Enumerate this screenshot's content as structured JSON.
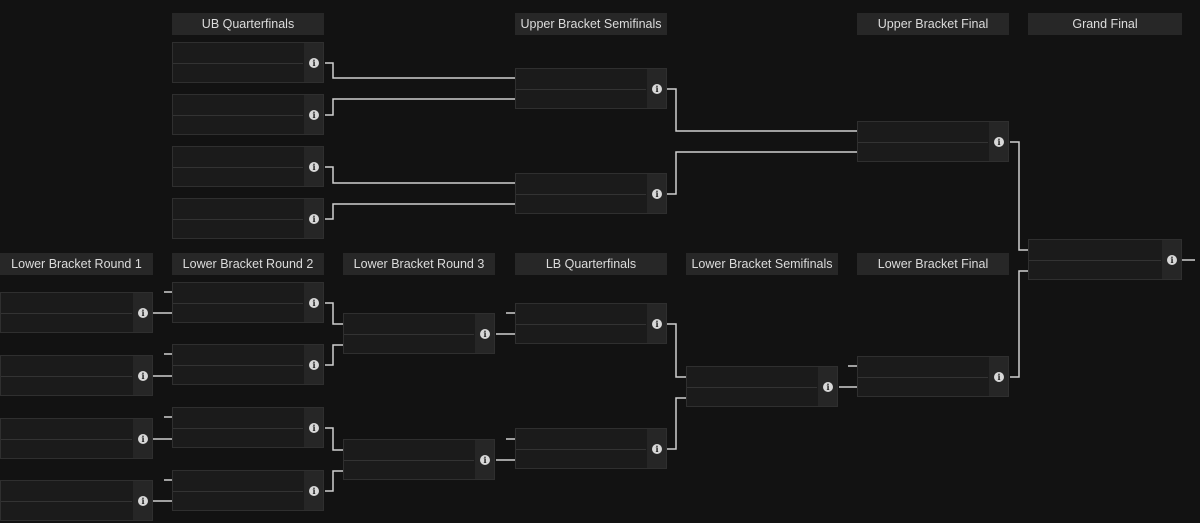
{
  "rounds": [
    {
      "key": "ubqf",
      "label": "UB Quarterfinals"
    },
    {
      "key": "ubsf",
      "label": "Upper Bracket Semifinals"
    },
    {
      "key": "ubf",
      "label": "Upper Bracket Final"
    },
    {
      "key": "gf",
      "label": "Grand Final"
    },
    {
      "key": "lb1",
      "label": "Lower Bracket Round 1"
    },
    {
      "key": "lb2",
      "label": "Lower Bracket Round 2"
    },
    {
      "key": "lb3",
      "label": "Lower Bracket Round 3"
    },
    {
      "key": "lbqf",
      "label": "LB Quarterfinals"
    },
    {
      "key": "lbsf",
      "label": "Lower Bracket Semifinals"
    },
    {
      "key": "lbf",
      "label": "Lower Bracket Final"
    }
  ],
  "match_info_glyph": "i",
  "colors": {
    "background": "#121212",
    "header_bg": "#272727",
    "match_bg": "#1b1b1b",
    "connector": "#cfcfcf",
    "text": "#dcdcdc"
  },
  "icons": {
    "match_info": "info-icon"
  }
}
